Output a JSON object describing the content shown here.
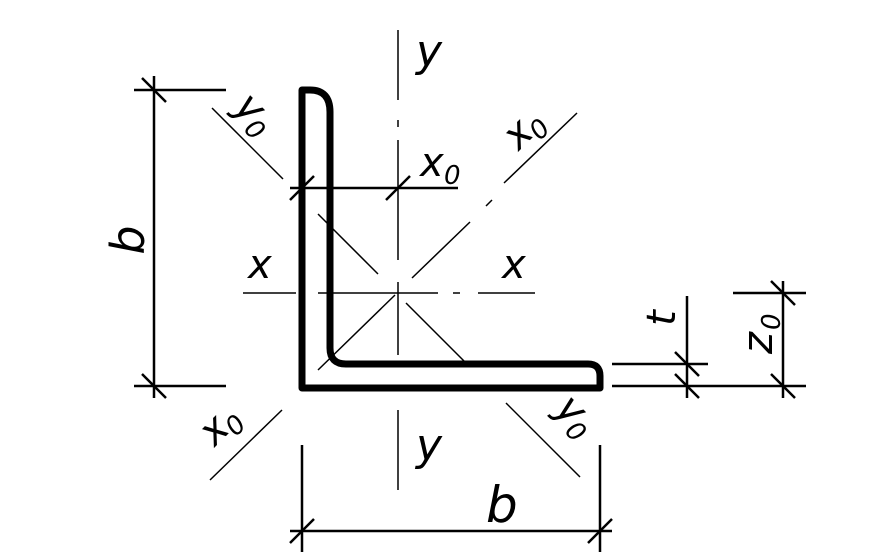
{
  "labels": {
    "y_top": "y",
    "y_bottom": "y",
    "x_left": "x",
    "x_right": "x",
    "x0_upper_right": "x",
    "x0_upper_right_sub": "0",
    "x0_lower_left": "x",
    "x0_lower_left_sub": "0",
    "y0_upper_left": "y",
    "y0_upper_left_sub": "0",
    "y0_lower_right": "y",
    "y0_lower_right_sub": "0",
    "x0_dim": "x",
    "x0_dim_sub": "0",
    "z0_dim": "z",
    "z0_dim_sub": "0",
    "b_vertical": "b",
    "b_horizontal": "b",
    "t_dim": "t"
  },
  "colors": {
    "line": "#000000",
    "background": "#ffffff"
  }
}
